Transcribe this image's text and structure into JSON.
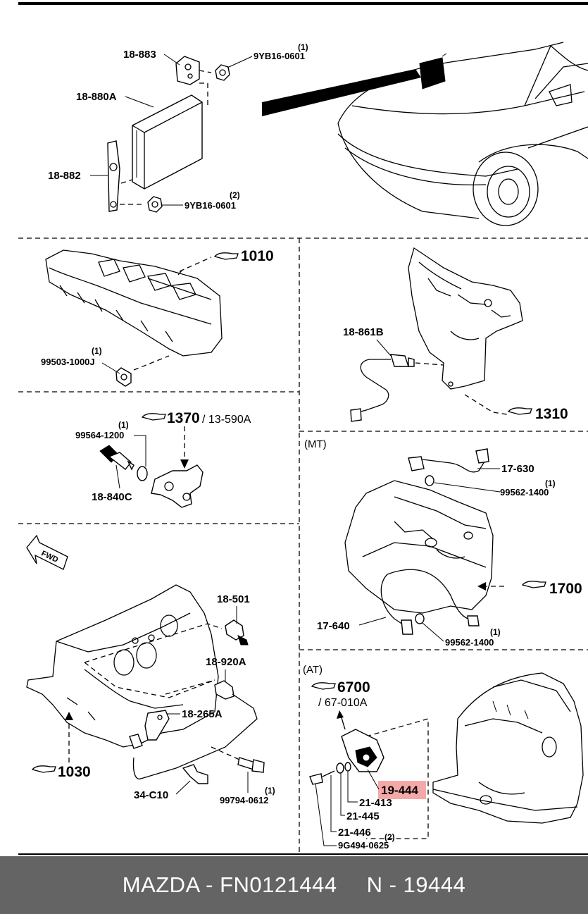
{
  "diagram": {
    "ecu": {
      "bracket_top": "18-883",
      "nut_top": "9YB16-0601",
      "nut_top_qty": "(1)",
      "unit": "18-880A",
      "bracket_side": "18-882",
      "nut_bottom": "9YB16-0601",
      "nut_bottom_qty": "(2)"
    },
    "head": {
      "ref": "1010",
      "part": "99503-1000J",
      "qty": "(1)"
    },
    "o2": {
      "part": "18-861B",
      "ref": "1310"
    },
    "thermo": {
      "ref": "1370",
      "ref_sub": "/ 13-590A",
      "gasket": "99564-1200",
      "gasket_qty": "(1)",
      "sensor": "18-840C"
    },
    "mt": {
      "label": "(MT)",
      "sensor_top": "17-630",
      "gasket_top": "99562-1400",
      "gasket_top_qty": "(1)",
      "ref": "1700",
      "sensor_bottom": "17-640",
      "gasket_bottom": "99562-1400",
      "gasket_bottom_qty": "(1)"
    },
    "block": {
      "fwd": "FWD",
      "switch": "18-501",
      "knock": "18-920A",
      "bracket": "18-265A",
      "ref": "1030",
      "clip": "34-C10",
      "bolt": "99794-0612",
      "bolt_qty": "(1)"
    },
    "at": {
      "label": "(AT)",
      "ref": "6700",
      "ref_sub": "/ 67-010A",
      "switch": "19-444",
      "part_a": "21-413",
      "part_b": "21-445",
      "part_c": "21-446",
      "part_c_qty": "(2)",
      "bolt": "9G494-0625"
    },
    "highlight_color": "#f4a9a8"
  },
  "footer": {
    "brand_part": "MAZDA - FN0121444",
    "n_part": "N - 19444"
  }
}
